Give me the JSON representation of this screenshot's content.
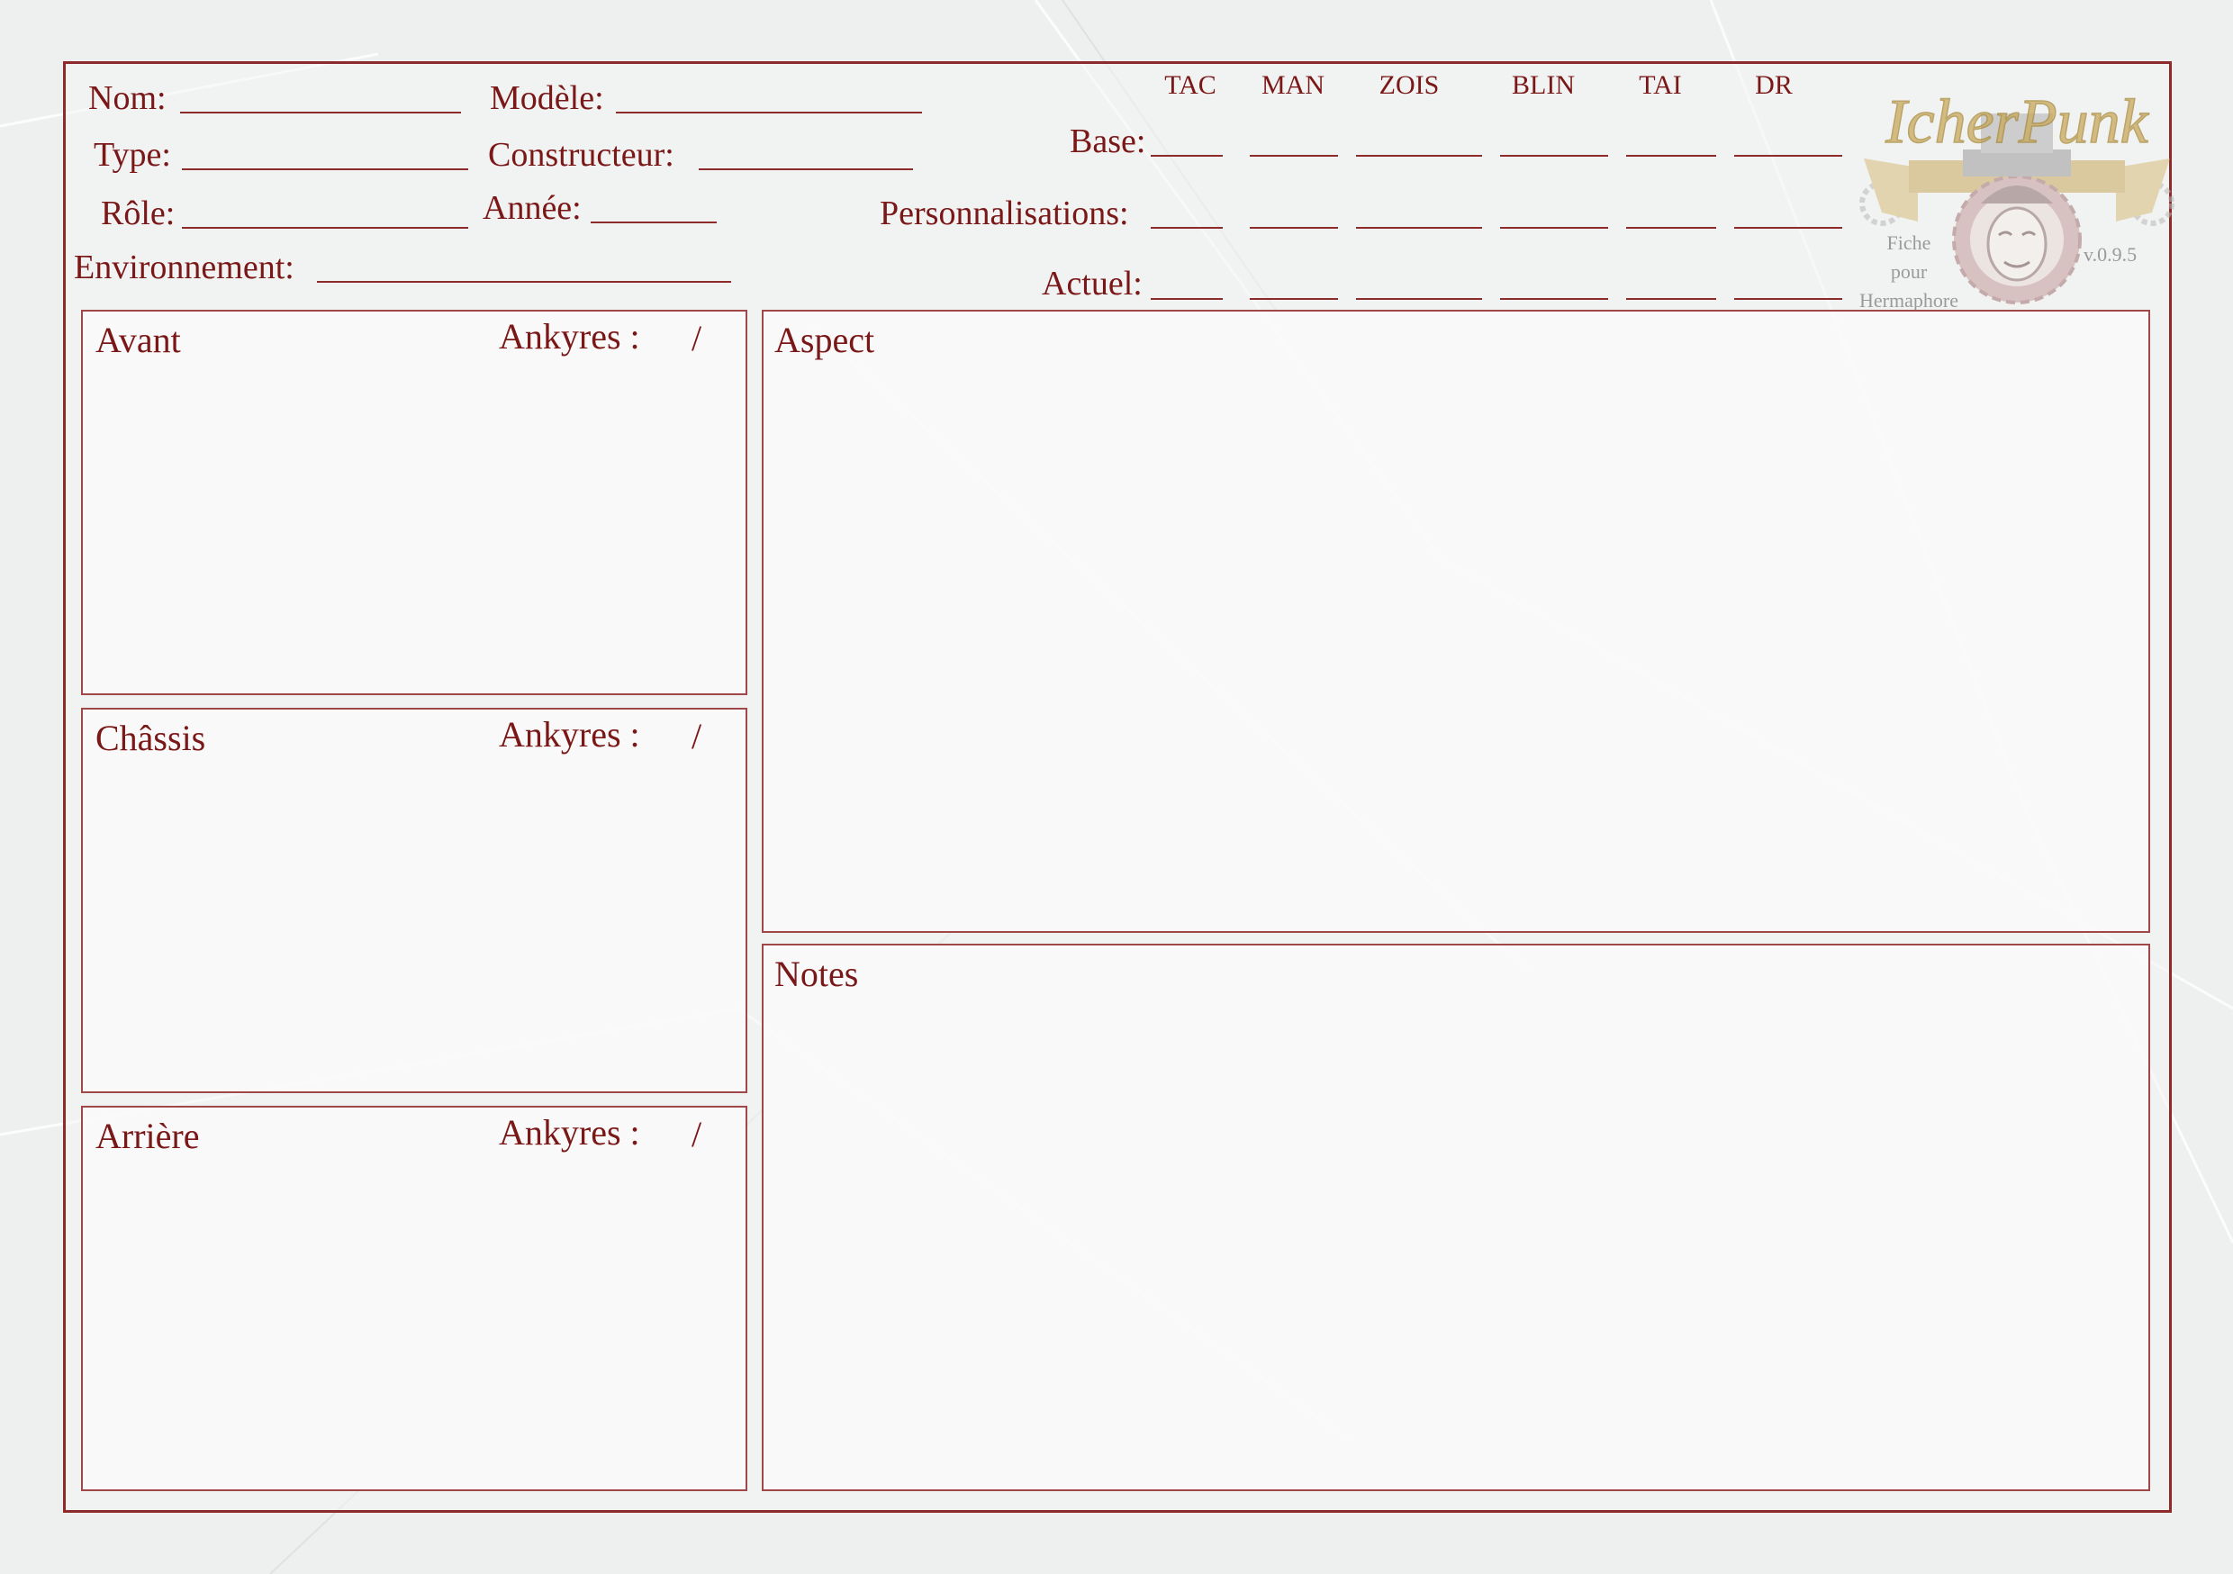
{
  "fields": {
    "nom": "Nom:",
    "modele": "Modèle:",
    "type": "Type:",
    "constructeur": "Constructeur:",
    "role": "Rôle:",
    "annee": "Année:",
    "environnement": "Environnement:"
  },
  "stats": {
    "columns": [
      "TAC",
      "MAN",
      "ZOIS",
      "BLIN",
      "TAI",
      "DR"
    ],
    "rows": [
      "Base:",
      "Personnalisations:",
      "Actuel:"
    ]
  },
  "logo": {
    "wordmark": "IcherPunk",
    "subtitle": [
      "Fiche",
      "pour",
      "Hermaphore"
    ],
    "version": "v.0.9.5"
  },
  "panels": {
    "avant": {
      "title": "Avant",
      "ankyres": "Ankyres :",
      "slash": "/"
    },
    "chassis": {
      "title": "Châssis",
      "ankyres": "Ankyres :",
      "slash": "/"
    },
    "arriere": {
      "title": "Arrière",
      "ankyres": "Ankyres :",
      "slash": "/"
    },
    "aspect": {
      "title": "Aspect"
    },
    "notes": {
      "title": "Notes"
    }
  },
  "colors": {
    "ink": "#7a1717",
    "border": "#8d2a2a",
    "paper": "#eeefef",
    "logo_gold": "#c9a85a"
  }
}
